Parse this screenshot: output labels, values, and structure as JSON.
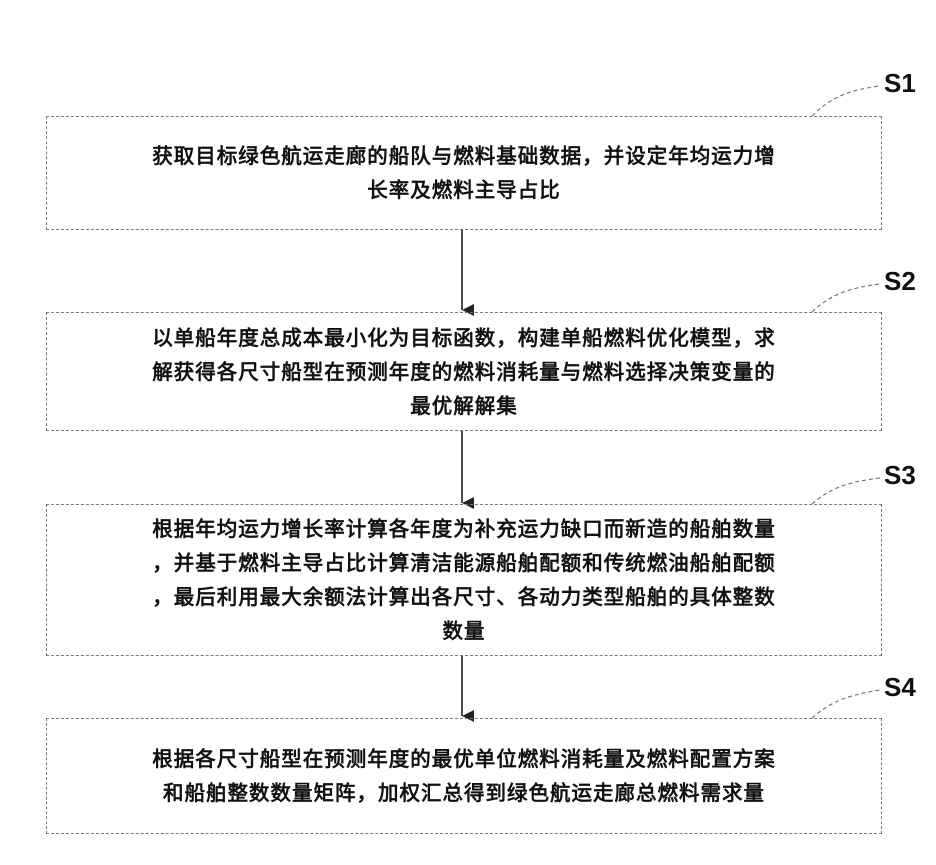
{
  "steps": [
    {
      "label": "S1",
      "text": "获取目标绿色航运走廊的船队与燃料基础数据，并设定年均运力增\n长率及燃料主导占比"
    },
    {
      "label": "S2",
      "text": "以单船年度总成本最小化为目标函数，构建单船燃料优化模型，求\n解获得各尺寸船型在预测年度的燃料消耗量与燃料选择决策变量的\n最优解解集"
    },
    {
      "label": "S3",
      "text": "根据年均运力增长率计算各年度为补充运力缺口而新造的船舶数量\n，并基于燃料主导占比计算清洁能源船舶配额和传统燃油船舶配额\n，最后利用最大余额法计算出各尺寸、各动力类型船舶的具体整数\n数量"
    },
    {
      "label": "S4",
      "text": "根据各尺寸船型在预测年度的最优单位燃料消耗量及燃料配置方案\n和船舶整数数量矩阵，加权汇总得到绿色航运走廊总燃料需求量"
    }
  ]
}
